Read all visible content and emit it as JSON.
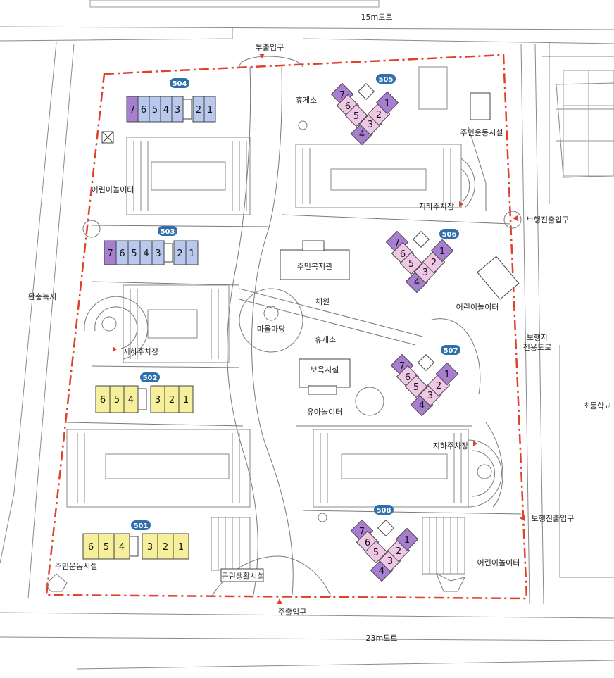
{
  "roads": {
    "north": "15m도로",
    "south": "23m도로",
    "east_pedestrian": "보행자\n전용도로",
    "west_green": "완충녹지",
    "east_school": "초등학교"
  },
  "entrances": {
    "sub_entrance": "부출입구",
    "main_entrance": "주출입구",
    "pedestrian_entrance_1": "보행진출입구",
    "pedestrian_entrance_2": "보행진출입구"
  },
  "facilities": {
    "playground_nw": "어린이놀이터",
    "rest_area_n": "휴게소",
    "fitness_ne": "주민운동시설",
    "parking_ne": "지하주차장",
    "community_center": "주민복지관",
    "garden": "채원",
    "village_yard": "마을마당",
    "rest_area_c": "휴게소",
    "playground_e": "어린이놀이터",
    "parking_w": "지하주차장",
    "daycare": "보육시설",
    "toddler_playground": "유아놀이터",
    "parking_se": "지하주차장",
    "fitness_sw": "주민운동시설",
    "neighborhood_facility": "근린생활시설",
    "playground_se": "어린이놀이터"
  },
  "buildings": [
    {
      "id": "504",
      "units": [
        "7",
        "6",
        "5",
        "4",
        "3",
        "2",
        "1"
      ]
    },
    {
      "id": "505",
      "units": [
        "7",
        "6",
        "5",
        "4",
        "3",
        "2",
        "1"
      ]
    },
    {
      "id": "503",
      "units": [
        "7",
        "6",
        "5",
        "4",
        "3",
        "2",
        "1"
      ]
    },
    {
      "id": "506",
      "units": [
        "7",
        "6",
        "5",
        "4",
        "3",
        "2",
        "1"
      ]
    },
    {
      "id": "507",
      "units": [
        "7",
        "6",
        "5",
        "4",
        "3",
        "2",
        "1"
      ]
    },
    {
      "id": "502",
      "units": [
        "6",
        "5",
        "4",
        "3",
        "2",
        "1"
      ]
    },
    {
      "id": "501",
      "units": [
        "6",
        "5",
        "4",
        "3",
        "2",
        "1"
      ]
    },
    {
      "id": "508",
      "units": [
        "7",
        "6",
        "5",
        "4",
        "3",
        "2",
        "1"
      ]
    }
  ],
  "colors": {
    "boundary": "#e0412b",
    "tag": "#2f6fad",
    "unit_blue": "#b9c9ee",
    "unit_purple": "#a87fd0",
    "unit_pink": "#efc8e6",
    "unit_yellow": "#f6ef9c",
    "line": "#7a7a7a"
  }
}
